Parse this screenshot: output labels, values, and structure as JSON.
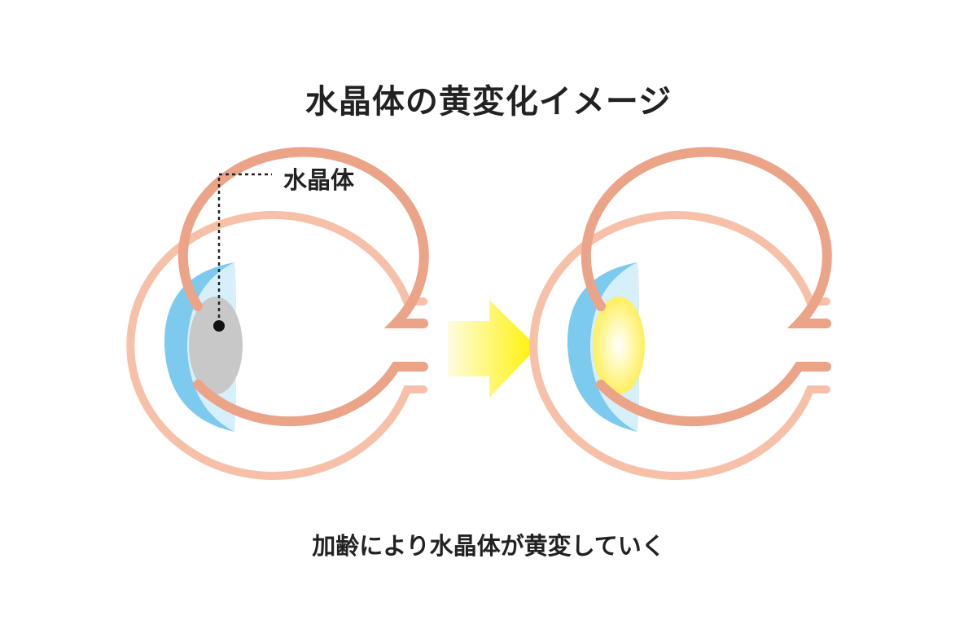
{
  "title": "水晶体の黄変化イメージ",
  "lens_label": "水晶体",
  "caption": "加齢により水晶体が黄変していく",
  "colors": {
    "outer_layer": "#F7C1A9",
    "sclera": "#EBA488",
    "cornea": "#7CCBEF",
    "aqueous": "#D7EEFB",
    "lens_before": "#C8C8C8",
    "lens_after": "#FFF06A",
    "arrow": "#FFF200",
    "pointer": "#222222"
  },
  "icons": {
    "eye_before": "eye-cross-section-gray-lens",
    "arrow": "right-arrow",
    "eye_after": "eye-cross-section-yellow-lens"
  }
}
